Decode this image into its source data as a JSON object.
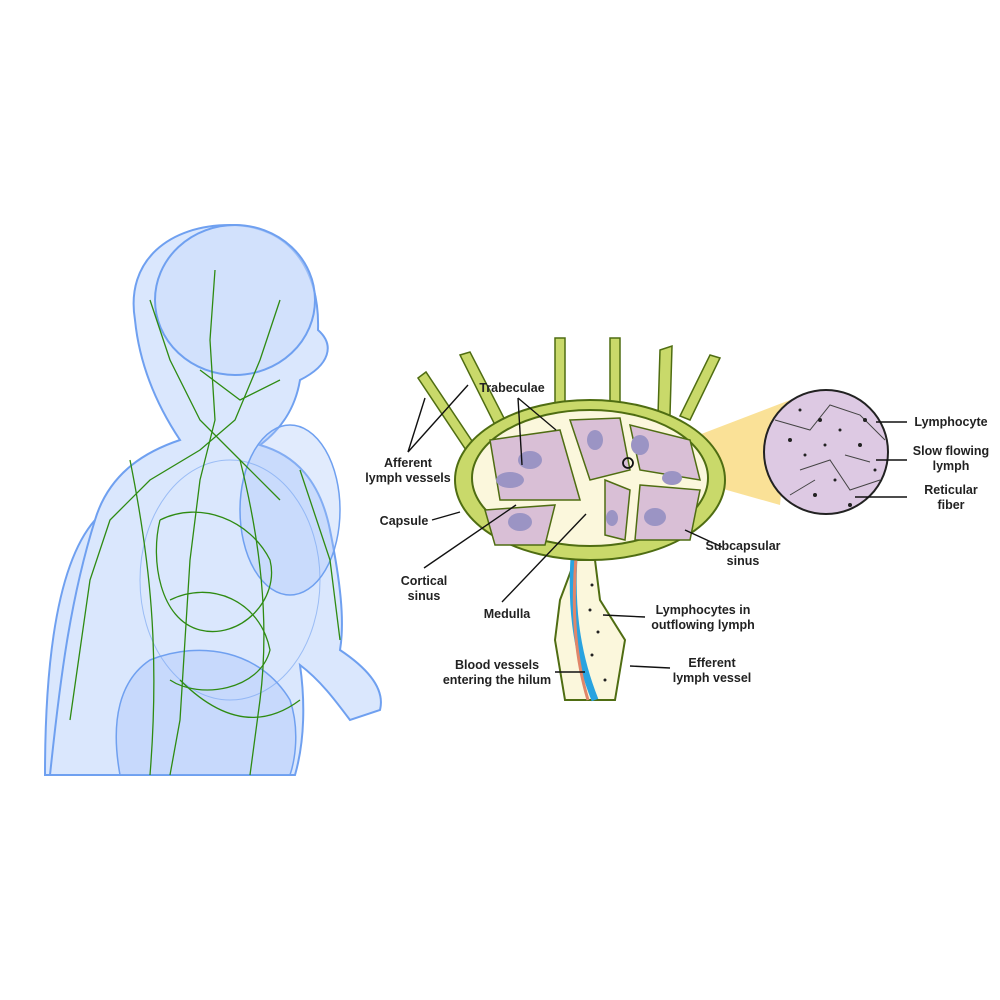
{
  "labels": {
    "afferent_1": "Afferent",
    "afferent_2": "lymph vessels",
    "trabeculae": "Trabeculae",
    "capsule": "Capsule",
    "cortical_1": "Cortical",
    "cortical_2": "sinus",
    "medulla": "Medulla",
    "subcapsular_1": "Subcapsular",
    "subcapsular_2": "sinus",
    "lymphocytes_out_1": "Lymphocytes in",
    "lymphocytes_out_2": "outflowing lymph",
    "blood_1": "Blood vessels",
    "blood_2": "entering the hilum",
    "efferent_1": "Efferent",
    "efferent_2": "lymph vessel",
    "lymphocyte": "Lymphocyte",
    "slow_1": "Slow flowing",
    "slow_2": "lymph",
    "reticular_1": "Reticular",
    "reticular_2": "fiber"
  },
  "colors": {
    "capsule": "#c9d96a",
    "outline": "#4f6d12",
    "cortex": "#d9bfd6",
    "follicle": "#9b94c4",
    "sinus": "#fbf7dc",
    "body": "#6fa0f0",
    "lymph_network": "#2e8b12",
    "zoom_beam": "#f5c842"
  }
}
